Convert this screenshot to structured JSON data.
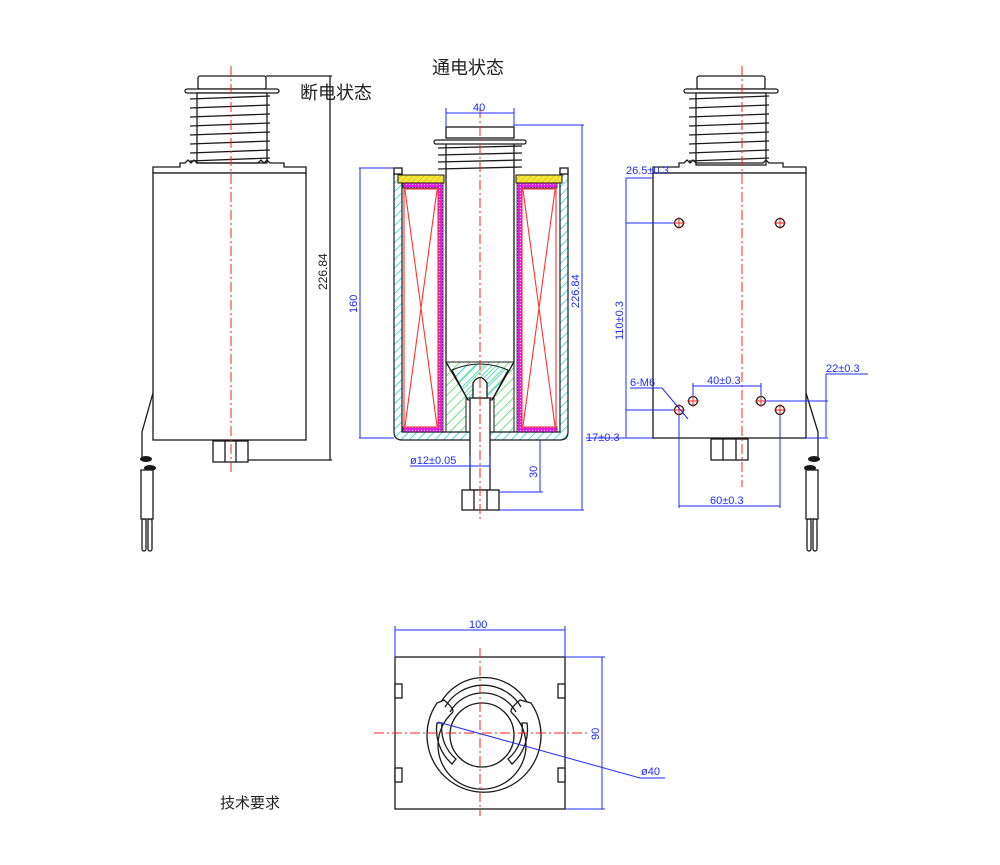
{
  "titles": {
    "energized": "通电状态",
    "de_energized": "断电状态",
    "tech_requirements": "技术要求"
  },
  "views": {
    "side_view": {
      "height_dim": "226.84"
    },
    "section_view": {
      "top_width_dim": "40",
      "coil_height_dim": "160",
      "total_height_dim": "226.84",
      "plunger_dia_dim": "ø12±0.05",
      "stroke_dim": "30"
    },
    "rear_view": {
      "top_offset_dim": "26.5±0.3",
      "hole_spacing_vertical_dim": "110±0.3",
      "bottom_offset_dim": "17±0.3",
      "mount_holes_dim": "6-M6",
      "inner_hole_spacing_dim": "40±0.3",
      "outer_hole_spacing_dim": "60±0.3",
      "side_offset_dim": "22±0.3"
    },
    "bottom_view": {
      "width_dim": "100",
      "height_dim": "90",
      "bore_dia_dim": "ø40"
    }
  },
  "colors": {
    "outline": "#1a1a1a",
    "centerline": "#ff2020",
    "dimension": "#1f2bff",
    "hatch_housing": "#22d3e0",
    "hatch_core": "#39d94a",
    "insulation": "#e020e0",
    "top_plate": "#f5e63a"
  }
}
